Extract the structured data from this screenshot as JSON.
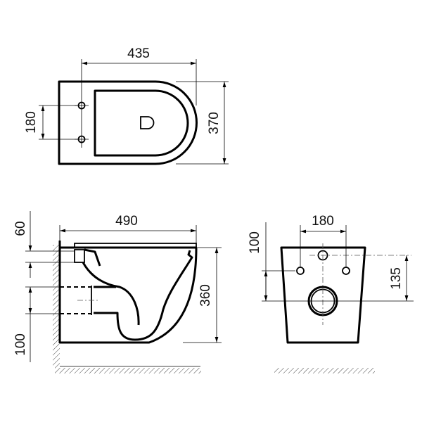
{
  "top_view": {
    "width_dim": "435",
    "depth_dim": "370",
    "hole_spacing_dim": "180"
  },
  "side_view": {
    "length_dim": "490",
    "height_dim": "360",
    "inlet_dim": "60",
    "outlet_dim": "100"
  },
  "front_view": {
    "hole_spacing_dim": "180",
    "inlet_height_dim": "100",
    "outlet_offset_dim": "135"
  }
}
